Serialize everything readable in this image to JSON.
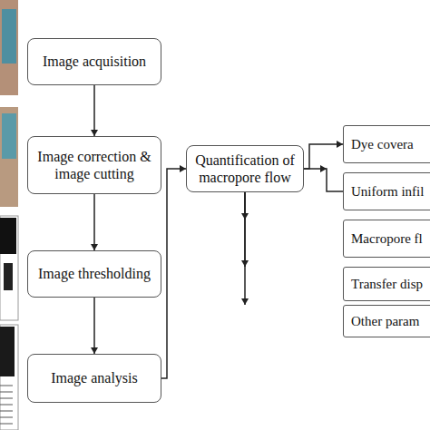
{
  "diagram": {
    "nodes": [
      {
        "text": [
          "Image acquisition"
        ]
      },
      {
        "text": [
          "Image correction & image cutting"
        ]
      },
      {
        "text": [
          "Image thresholding"
        ]
      },
      {
        "text": [
          "Image analysis"
        ]
      },
      {
        "text": [
          "Quantification of macropore flow"
        ]
      },
      {
        "text": [
          "Dye covera"
        ]
      },
      {
        "text": [
          "Uniform infil"
        ]
      },
      {
        "text": [
          "Macropore fl"
        ]
      },
      {
        "text": [
          "Transfer disp"
        ]
      },
      {
        "text": [
          "Other param"
        ]
      }
    ],
    "edges": [
      {
        "from": 0,
        "to": 1,
        "arrow": "to"
      },
      {
        "from": 1,
        "to": 2,
        "arrow": "to"
      },
      {
        "from": 2,
        "to": 3,
        "arrow": "to"
      },
      {
        "from": 3,
        "to": 4,
        "arrow": "to"
      },
      {
        "from": 4,
        "to": 5,
        "arrow": "to"
      },
      {
        "from": 4,
        "to": 6,
        "arrow": "to"
      },
      {
        "from": 4,
        "to": 7,
        "arrow": "to"
      },
      {
        "from": 4,
        "to": 8,
        "arrow": "to"
      },
      {
        "from": 4,
        "to": 9,
        "arrow": "to"
      }
    ]
  }
}
